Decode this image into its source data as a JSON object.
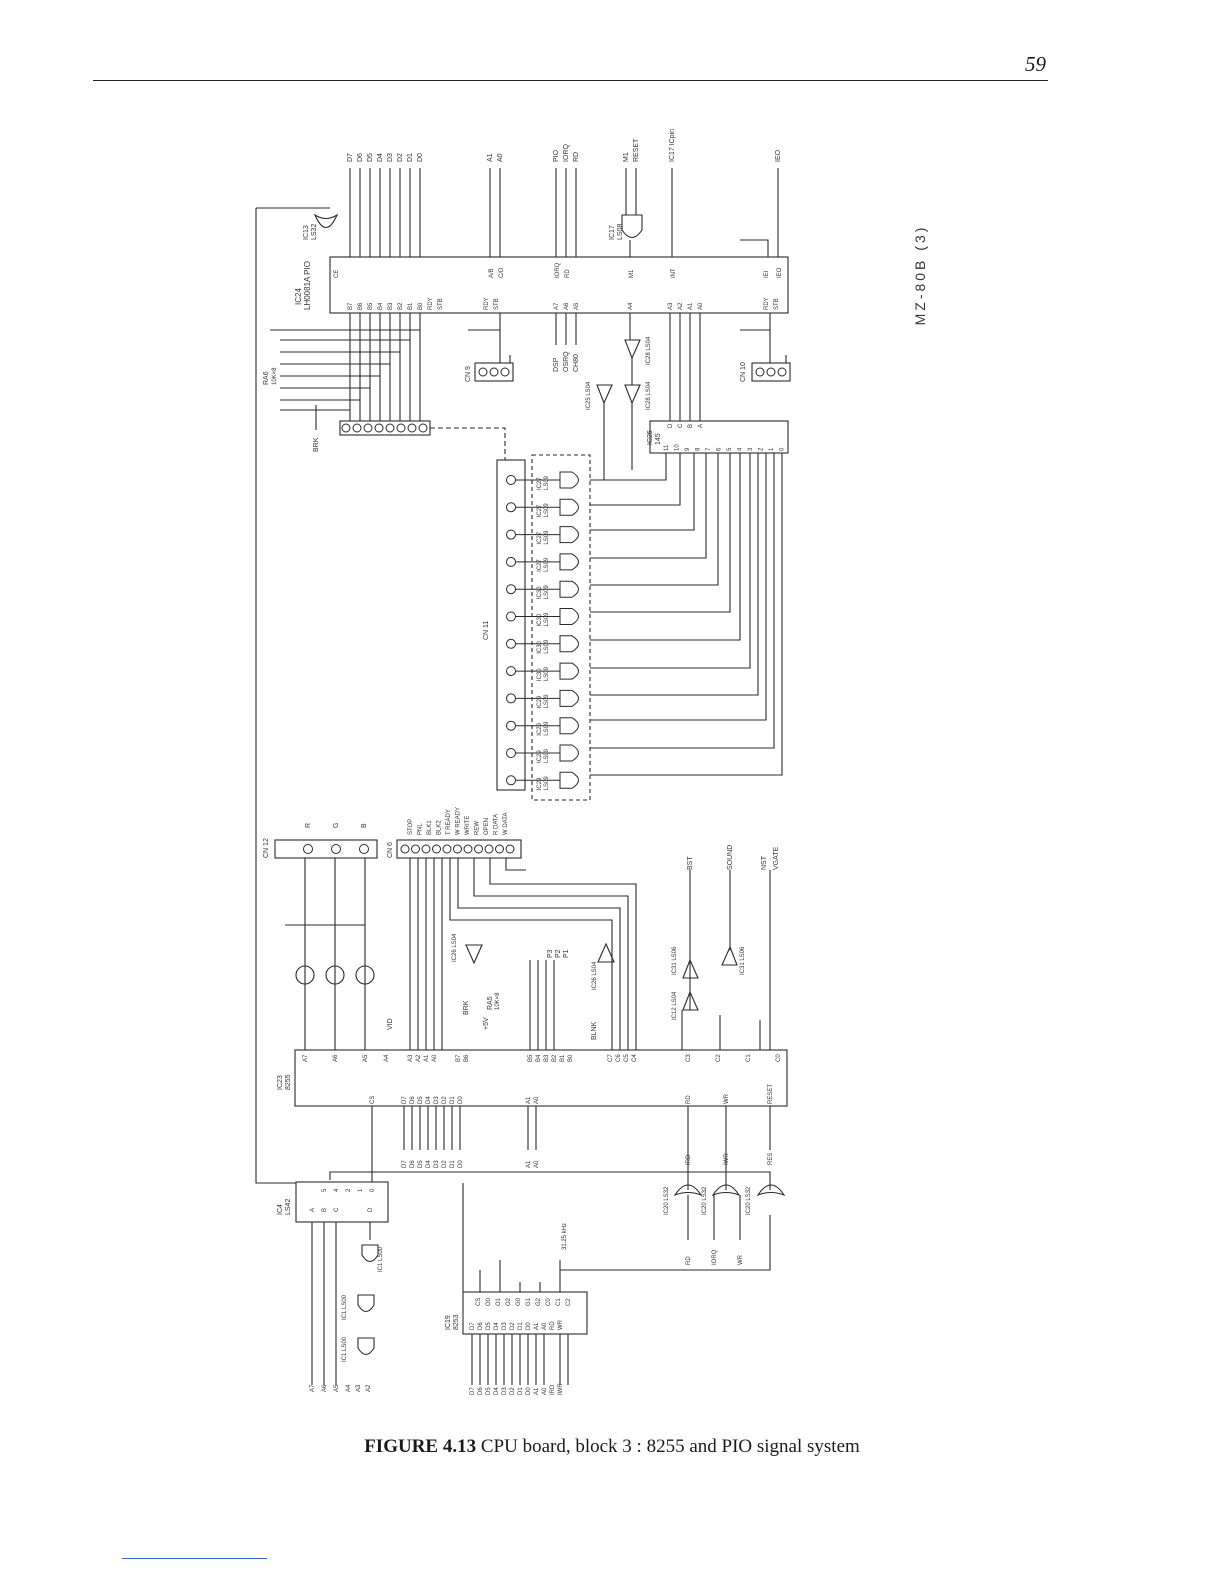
{
  "page_number": "59",
  "side_label": "MZ-80B (3)",
  "caption": {
    "figure_label": "FIGURE 4.13",
    "text": "CPU board, block 3 : 8255 and PIO signal system"
  },
  "components": {
    "pio": {
      "ref": "IC24",
      "part": "LH0081A PIO"
    },
    "ppi": {
      "ref": "IC23",
      "part": "8255"
    },
    "decoder_ls42": {
      "ref": "IC4",
      "part": "LS42"
    },
    "timer": {
      "ref": "IC19",
      "part": "8253"
    },
    "decoder_ls145": {
      "ref": "IC25",
      "part": "145"
    },
    "or_ls32_top": {
      "ref": "IC13",
      "part": "LS32"
    },
    "and_ls08": {
      "ref": "IC17",
      "part": "LS08"
    },
    "resistor_array_6": {
      "ref": "RA6",
      "part": "10K×8"
    },
    "resistor_array_5": {
      "ref": "RA5",
      "part": "10K×8"
    },
    "inverters_ls04": [
      "IC25 LS04",
      "IC28 LS04",
      "IC28 LS04"
    ],
    "nand_ls09": [
      "IC27 LS09",
      "IC27 LS09",
      "IC27 LS09",
      "IC27 LS09",
      "IC30 LS09",
      "IC30 LS09",
      "IC30 LS09",
      "IC30 LS09",
      "IC29 LS09",
      "IC29 LS09",
      "IC29 LS09",
      "IC29 LS09"
    ],
    "or_ls32_bottom": [
      "IC20 LS32",
      "IC20 LS32",
      "IC20 LS32"
    ],
    "nand_ls00": [
      "IC1 LS00",
      "IC1 LS00",
      "IC1 LS00"
    ],
    "misc_gates": [
      "IC26 LS04",
      "IC26 LS04",
      "IC12 LS04",
      "IC31 LS06",
      "IC31 LS06"
    ]
  },
  "connectors": {
    "cn9": "CN 9",
    "cn10": "CN 10",
    "cn11": "CN 11",
    "cn12": "CN 12",
    "cn6": "CN 6"
  },
  "signals": {
    "data_bus": [
      "D7",
      "D6",
      "D5",
      "D4",
      "D3",
      "D2",
      "D1",
      "D0"
    ],
    "pio_address": [
      "A1",
      "A0"
    ],
    "pio_control": [
      "PIO",
      "IORQ",
      "RD"
    ],
    "pio_reset": [
      "M1",
      "RESET"
    ],
    "int_label": "IC17 ICpin",
    "ieo": "IEO",
    "pio_pins_left": [
      "CE",
      "A/B",
      "C/D",
      "IORQ",
      "RD",
      "M1",
      "INT",
      "IEI",
      "IEO"
    ],
    "pio_port_b": [
      "B7",
      "B6",
      "B5",
      "B4",
      "B3",
      "B2",
      "B1",
      "B0",
      "RDY",
      "STB"
    ],
    "pio_port_a": [
      "A7",
      "A6",
      "A5",
      "A4",
      "A3",
      "A2",
      "A1",
      "A0",
      "RDY",
      "STB"
    ],
    "pio_port_a_out": [
      "DSP",
      "OSRQ",
      "CH80"
    ],
    "brk": "BRK",
    "plus5v": "+5V",
    "cn12_signals": [
      "R",
      "G",
      "B"
    ],
    "cn6_signals": [
      "STOP",
      "PNL",
      "BLK1",
      "BLK2",
      "T READY",
      "W READY",
      "WRITE",
      "REW",
      "OPEN",
      "R DATA",
      "W DATA"
    ],
    "ppi_ports_a": [
      "A7",
      "A6",
      "A5",
      "A4",
      "A3",
      "A2",
      "A1",
      "A0"
    ],
    "ppi_ports_b": [
      "B7",
      "B6",
      "B5",
      "B4",
      "B3",
      "B2",
      "B1",
      "B0"
    ],
    "ppi_ports_c": [
      "C7",
      "C6",
      "C5",
      "C4",
      "C3",
      "C2",
      "C1",
      "C0"
    ],
    "ppi_bus": [
      "D7",
      "D6",
      "D5",
      "D4",
      "D3",
      "D2",
      "D1",
      "D0"
    ],
    "ppi_control": [
      "CS",
      "A1",
      "A0",
      "RD",
      "WR",
      "RESET"
    ],
    "ppi_side": [
      "VID",
      "BLNK",
      "P3",
      "P2",
      "P1"
    ],
    "ppi_right": [
      "BST",
      "SOUND",
      "NST",
      "VGATE"
    ],
    "bus_control": [
      "IRD",
      "IWR",
      "RES"
    ],
    "gate_inputs": [
      "RD",
      "IORQ",
      "WR"
    ],
    "ls42_pins": [
      "A",
      "B",
      "C",
      "D",
      "5",
      "4",
      "2",
      "1",
      "0"
    ],
    "addr_in": [
      "A7",
      "A6",
      "A5",
      "A4",
      "A3",
      "A2"
    ],
    "timer_pins": [
      "CS",
      "O0",
      "O1",
      "O2",
      "G0",
      "G1",
      "G2",
      "C0",
      "C1",
      "C2",
      "D7",
      "D6",
      "D5",
      "D4",
      "D3",
      "D2",
      "D1",
      "D0",
      "A1",
      "A0",
      "RD",
      "WR"
    ],
    "timer_bus": [
      "D7",
      "D6",
      "D5",
      "D4",
      "D3",
      "D2",
      "D1",
      "D0",
      "A1",
      "A0",
      "IRD",
      "IWR"
    ],
    "clock": "31.25 kHz",
    "ls145_out": [
      "11",
      "10",
      "9",
      "8",
      "7",
      "6",
      "5",
      "4",
      "3",
      "2",
      "1",
      "0"
    ],
    "ls145_in": [
      "D",
      "C",
      "B",
      "A"
    ]
  }
}
